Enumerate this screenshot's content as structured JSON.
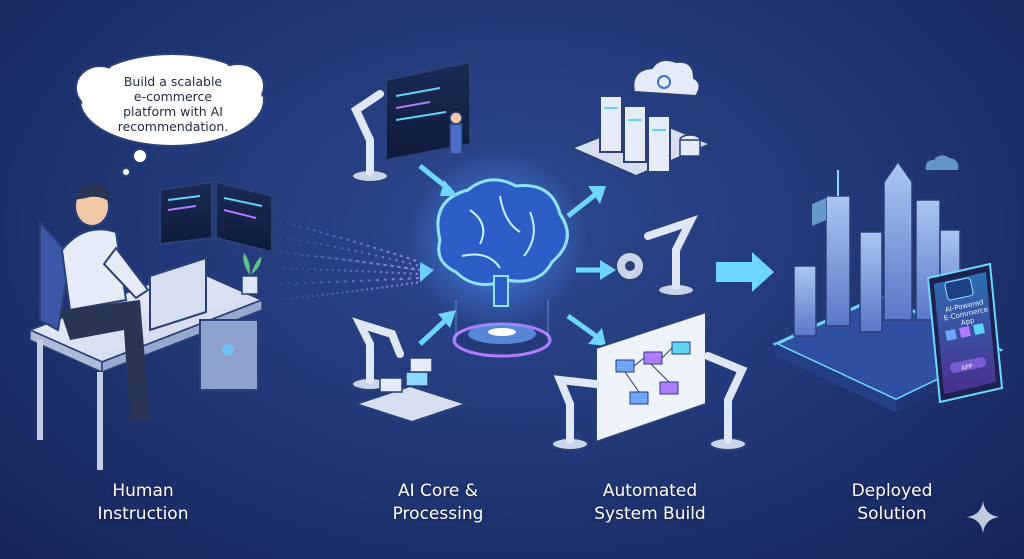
{
  "bubble": {
    "lines": [
      "Build a scalable",
      "e-commerce",
      "platform with AI",
      "recommendation."
    ]
  },
  "stages": [
    {
      "line1": "Human",
      "line2": "Instruction"
    },
    {
      "line1": "AI Core &",
      "line2": "Processing"
    },
    {
      "line1": "Automated",
      "line2": "System Build"
    },
    {
      "line1": "Deployed",
      "line2": "Solution"
    }
  ],
  "phone": {
    "title_lines": [
      "AI-Powered",
      "E-Commerce App"
    ],
    "button": "APP"
  },
  "colors": {
    "background": "#22397a",
    "accent_cyan": "#5fd4f5",
    "accent_purple": "#b07cff",
    "label_text": "#ffffff"
  },
  "icons": [
    "thought-bubble-icon",
    "brain-icon",
    "robot-arm-icon",
    "server-rack-icon",
    "cloud-icon",
    "gear-icon",
    "smartphone-icon",
    "sparkle-icon",
    "arrow-icon"
  ]
}
